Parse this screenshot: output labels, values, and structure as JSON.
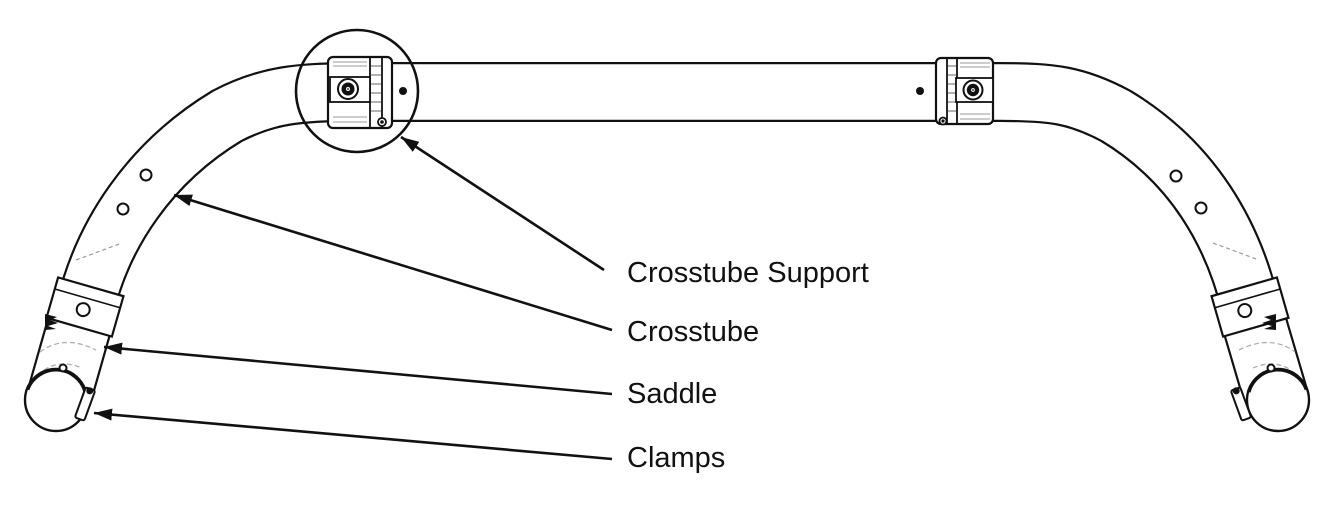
{
  "diagram": {
    "type": "technical-line-diagram",
    "subject": "crosstube-assembly",
    "background": "#ffffff",
    "line_color": "#111111",
    "labels": [
      {
        "id": "crosstube-support",
        "text": "Crosstube Support"
      },
      {
        "id": "crosstube",
        "text": "Crosstube"
      },
      {
        "id": "saddle",
        "text": "Saddle"
      },
      {
        "id": "clamps",
        "text": "Clamps"
      }
    ]
  }
}
